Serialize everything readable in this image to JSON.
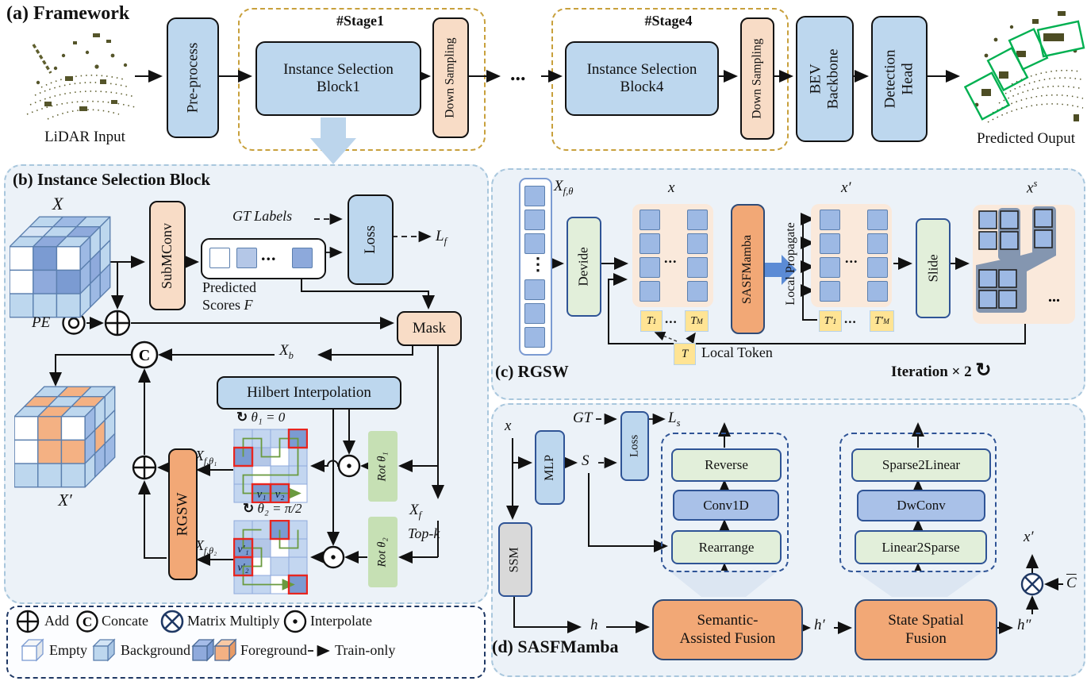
{
  "panel_a": {
    "title": "(a) Framework",
    "lidar_label": "LiDAR Input",
    "preprocess": "Pre-process",
    "stage1": "#Stage1",
    "stage4": "#Stage4",
    "block1_l1": "Instance Selection",
    "block1_l2": "Block1",
    "block4_l1": "Instance Selection",
    "block4_l2": "Block4",
    "down_sampling": "Down Sampling",
    "dots": "...",
    "bev_l1": "BEV",
    "bev_l2": "Backbone",
    "head_l1": "Detection",
    "head_l2": "Head",
    "predicted_label": "Predicted Ouput"
  },
  "panel_b": {
    "title": "(b) Instance Selection Block",
    "x_in": "X",
    "submconv": "SubMConv",
    "gt_labels": "GT Labels",
    "loss": "Loss",
    "lf": {
      "b": "L",
      "s": "f"
    },
    "scores_l1": "Predicted",
    "scores_l2": "Scores",
    "scores_f": "F",
    "pe": "PE",
    "mask": "Mask",
    "xb": {
      "b": "X",
      "s": "b"
    },
    "hilbert": "Hilbert Interpolation",
    "rot_icon": "↻",
    "theta1": "θ₁ = 0",
    "theta2": "θ₂ = π/2",
    "v1": "v₁",
    "v2": "v₂",
    "v1p": "v′₁",
    "v2p": "v′₂",
    "xft1": {
      "b": "X",
      "s": "f,θ₁"
    },
    "xft2": {
      "b": "X",
      "s": "f,θ₂"
    },
    "rgsw": "RGSW",
    "rot1": "Rot θ₁",
    "rot2": "Rot θ₂",
    "xf": {
      "b": "X",
      "s": "f"
    },
    "topk": "Top-k",
    "x_out": "X′",
    "concat_c": "C",
    "dots": "..."
  },
  "panel_c": {
    "title": "(c) RGSW",
    "xft": {
      "b": "X",
      "s": "f,θ"
    },
    "devide": "Devide",
    "x": "x",
    "xp": "x′",
    "xs_b": "x",
    "xs_sup": "s",
    "sasfmamba": "SASFMamba",
    "local_propagate": "Local Propagate",
    "slide": "Slide",
    "t1": {
      "b": "T",
      "s": "1"
    },
    "tm": {
      "b": "T",
      "s": "M"
    },
    "t1p": {
      "b": "T′",
      "s": "1"
    },
    "tmp": {
      "b": "T′",
      "s": "M"
    },
    "t": "T",
    "local_token": "Local Token",
    "iteration": "Iteration × 2",
    "iter_icon": "↻",
    "dots": "...",
    "vdots": "⋮"
  },
  "panel_d": {
    "title": "(d) SASFMamba",
    "x": "x",
    "gt": "GT",
    "mlp": "MLP",
    "s": "S",
    "loss": "Loss",
    "ls": {
      "b": "L",
      "s": "s"
    },
    "ssm": "SSM",
    "reverse": "Reverse",
    "conv1d": "Conv1D",
    "rearrange": "Rearrange",
    "sparse2linear": "Sparse2Linear",
    "dwconv": "DwConv",
    "linear2sparse": "Linear2Sparse",
    "saf_l1": "Semantic-",
    "saf_l2": "Assisted Fusion",
    "ssf_l1": "State Spatial",
    "ssf_l2": "Fusion",
    "h": "h",
    "hp": "h′",
    "hpp": "h″",
    "cbar": "C",
    "xp": "x′"
  },
  "legend": {
    "add": "Add",
    "concate": "Concate",
    "matmul": "Matrix Multiply",
    "interpolate": "Interpolate",
    "empty": "Empty",
    "background": "Background",
    "foreground": "Foreground",
    "train_only": "Train-only",
    "concat_c": "C"
  }
}
